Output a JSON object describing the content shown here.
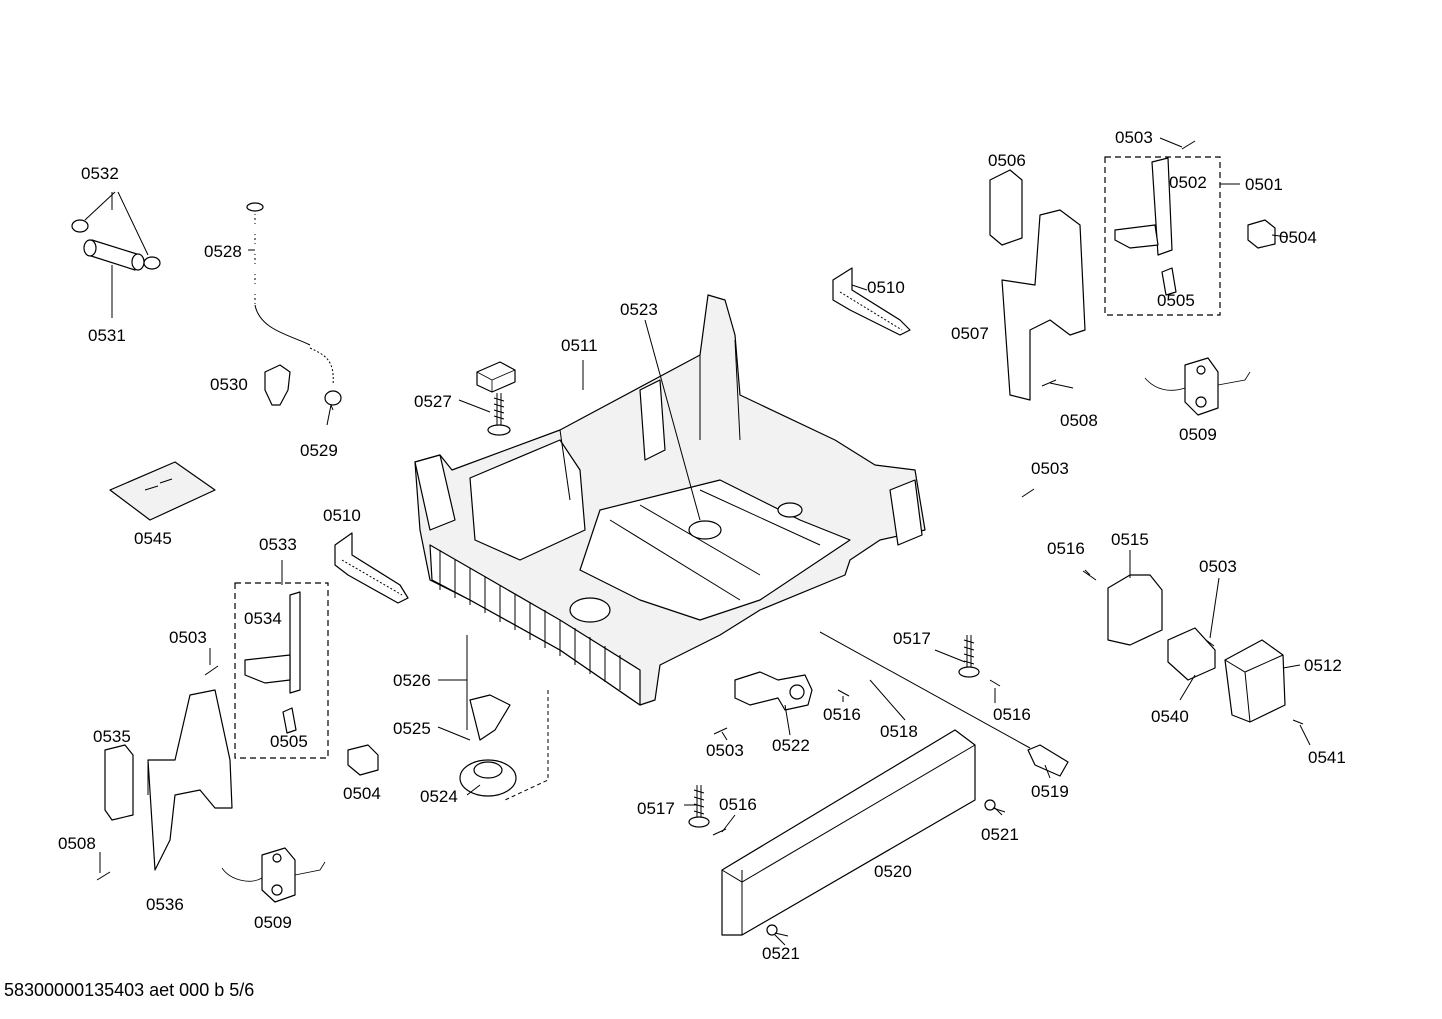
{
  "labels": {
    "l0501": "0501",
    "l0502": "0502",
    "l0503a": "0503",
    "l0503b": "0503",
    "l0503c": "0503",
    "l0503d": "0503",
    "l0503e": "0503",
    "l0504a": "0504",
    "l0504b": "0504",
    "l0505a": "0505",
    "l0505b": "0505",
    "l0506": "0506",
    "l0507": "0507",
    "l0508a": "0508",
    "l0508b": "0508",
    "l0509a": "0509",
    "l0509b": "0509",
    "l0510a": "0510",
    "l0510b": "0510",
    "l0511": "0511",
    "l0512": "0512",
    "l0515": "0515",
    "l0516a": "0516",
    "l0516b": "0516",
    "l0516c": "0516",
    "l0516d": "0516",
    "l0517a": "0517",
    "l0517b": "0517",
    "l0518": "0518",
    "l0519": "0519",
    "l0520": "0520",
    "l0521a": "0521",
    "l0521b": "0521",
    "l0522": "0522",
    "l0523": "0523",
    "l0524": "0524",
    "l0525": "0525",
    "l0526": "0526",
    "l0527": "0527",
    "l0528": "0528",
    "l0529": "0529",
    "l0530": "0530",
    "l0531": "0531",
    "l0532": "0532",
    "l0533": "0533",
    "l0534": "0534",
    "l0535": "0535",
    "l0536": "0536",
    "l0540": "0540",
    "l0541": "0541",
    "l0545": "0545"
  },
  "footer": "58300000135403 aet 000 b 5/6"
}
